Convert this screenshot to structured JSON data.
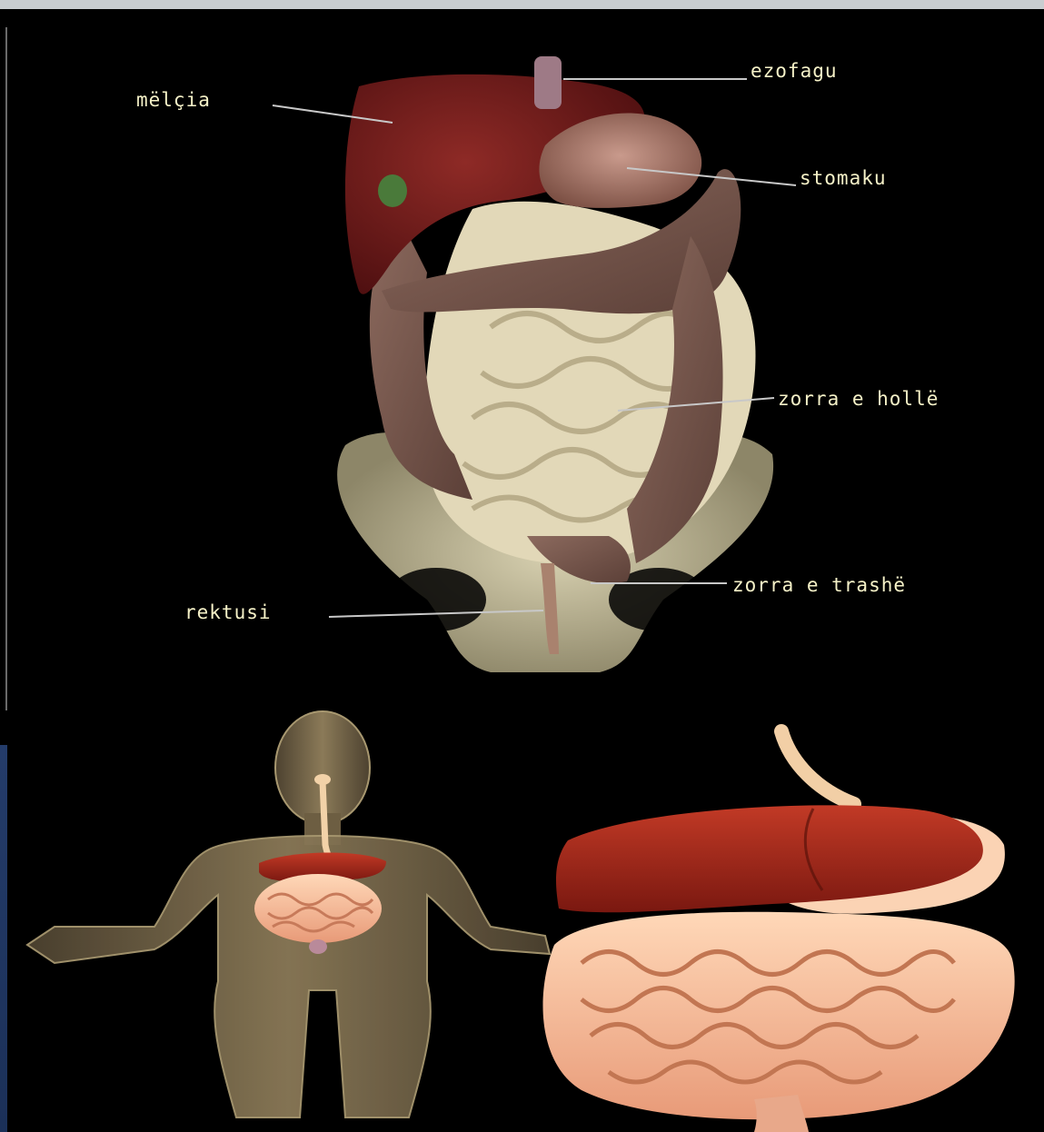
{
  "labels": {
    "liver": "mëlçia",
    "esophagus": "ezofagu",
    "stomach": "stomaku",
    "small_intestine": "zorra e hollë",
    "large_intestine": "zorra e trashë",
    "rectum": "rektusi"
  },
  "colors": {
    "background": "#000000",
    "label_text": "#f6f2c8",
    "leader_line": "#c8c8c8",
    "liver": "#7a1c1c",
    "intestine": "#d8ccaa"
  }
}
